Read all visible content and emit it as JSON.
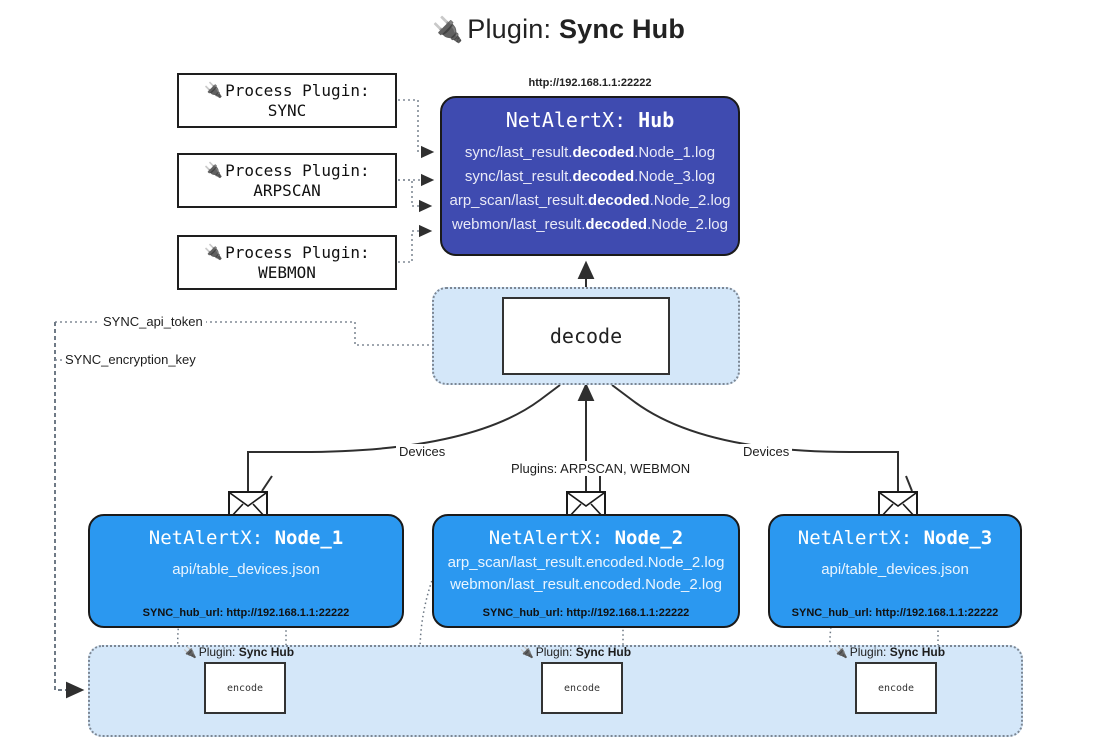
{
  "title": {
    "icon": "plug-icon",
    "prefix": "Plugin:",
    "name": "Sync Hub"
  },
  "process_plugins": [
    {
      "icon": "plug-icon",
      "label": "Process Plugin:",
      "name": "SYNC"
    },
    {
      "icon": "plug-icon",
      "label": "Process Plugin:",
      "name": "ARPSCAN"
    },
    {
      "icon": "plug-icon",
      "label": "Process Plugin:",
      "name": "WEBMON"
    }
  ],
  "hub": {
    "url": "http://192.168.1.1:22222",
    "title_prefix": "NetAlertX:",
    "title_name": "Hub",
    "logs": [
      {
        "pre": "sync/last_result.",
        "mid": "decoded",
        "post": ".Node_1.log"
      },
      {
        "pre": "sync/last_result.",
        "mid": "decoded",
        "post": ".Node_3.log"
      },
      {
        "pre": "arp_scan/last_result.",
        "mid": "decoded",
        "post": ".Node_2.log"
      },
      {
        "pre": "webmon/last_result.",
        "mid": "decoded",
        "post": ".Node_2.log"
      }
    ]
  },
  "decode": {
    "label": "decode"
  },
  "secrets": [
    {
      "label": "SYNC_api_token"
    },
    {
      "label": "SYNC_encryption_key"
    }
  ],
  "edge_labels": {
    "left_devices": "Devices",
    "right_devices": "Devices",
    "center_plugins": "Plugins: ARPSCAN, WEBMON"
  },
  "nodes": [
    {
      "title_prefix": "NetAlertX:",
      "title_name": "Node_1",
      "lines": [
        "api/table_devices.json"
      ],
      "url_label": "SYNC_hub_url: http://192.168.1.1:22222",
      "envelope_icon": "envelope-icon"
    },
    {
      "title_prefix": "NetAlertX:",
      "title_name": "Node_2",
      "lines": [
        "arp_scan/last_result.encoded.Node_2.log",
        "webmon/last_result.encoded.Node_2.log"
      ],
      "url_label": "SYNC_hub_url: http://192.168.1.1:22222",
      "envelope_icon": "envelope-icon"
    },
    {
      "title_prefix": "NetAlertX:",
      "title_name": "Node_3",
      "lines": [
        "api/table_devices.json"
      ],
      "url_label": "SYNC_hub_url: http://192.168.1.1:22222",
      "envelope_icon": "envelope-icon"
    }
  ],
  "encoders": [
    {
      "icon": "plug-icon",
      "prefix": "Plugin:",
      "name": "Sync Hub",
      "box_label": "encode"
    },
    {
      "icon": "plug-icon",
      "prefix": "Plugin:",
      "name": "Sync Hub",
      "box_label": "encode"
    },
    {
      "icon": "plug-icon",
      "prefix": "Plugin:",
      "name": "Sync Hub",
      "box_label": "encode"
    }
  ],
  "colors": {
    "hub": "#3f4bb0",
    "node": "#2b98f0",
    "container": "#d4e7f9",
    "stroke": "#1a1a1a",
    "dotted": "#7c8794"
  }
}
